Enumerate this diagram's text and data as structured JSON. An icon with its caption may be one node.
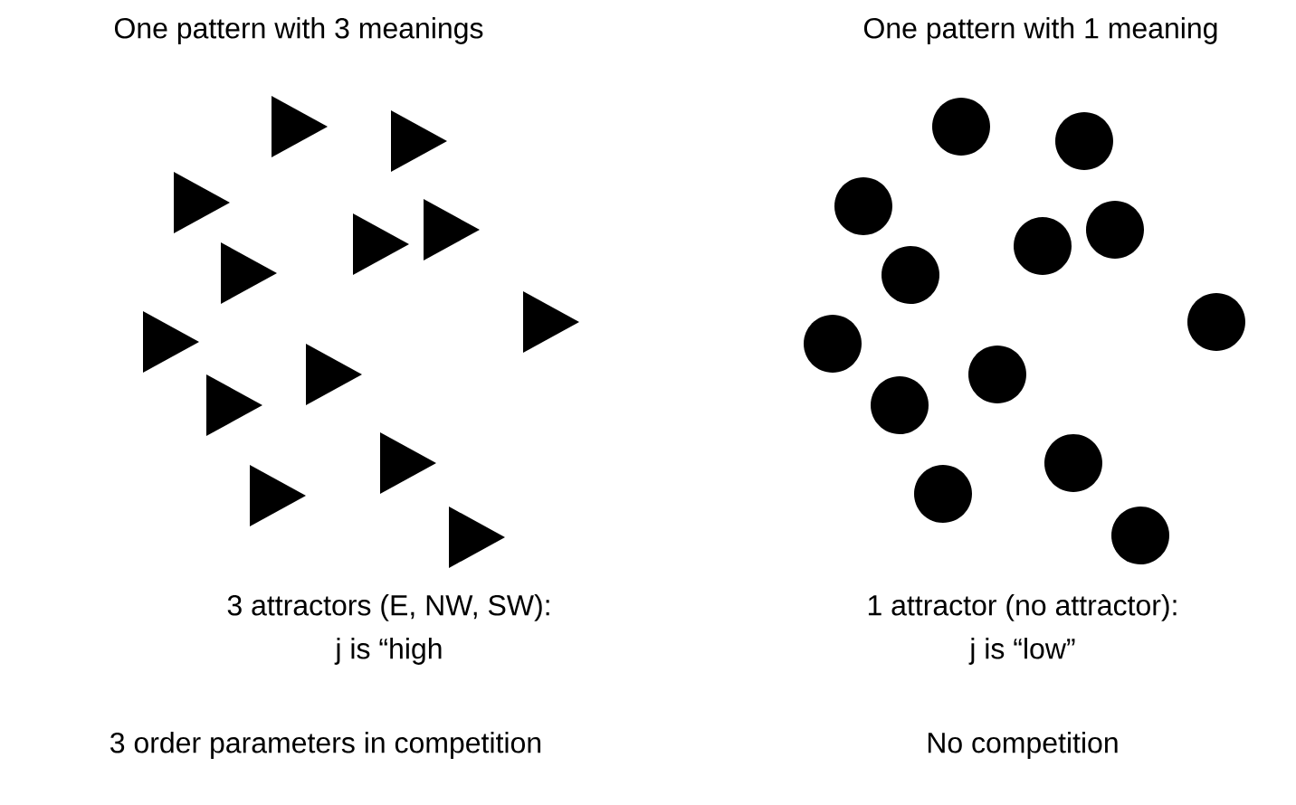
{
  "diagram": {
    "labels": [
      "One pattern with 3 meanings",
      "One pattern with 1 meaning",
      "3 attractors (E, NW, SW):",
      "1 attractor (no attractor):",
      "j is “high",
      "j is “low”",
      "3 order parameters in competition",
      "No competition"
    ]
  }
}
